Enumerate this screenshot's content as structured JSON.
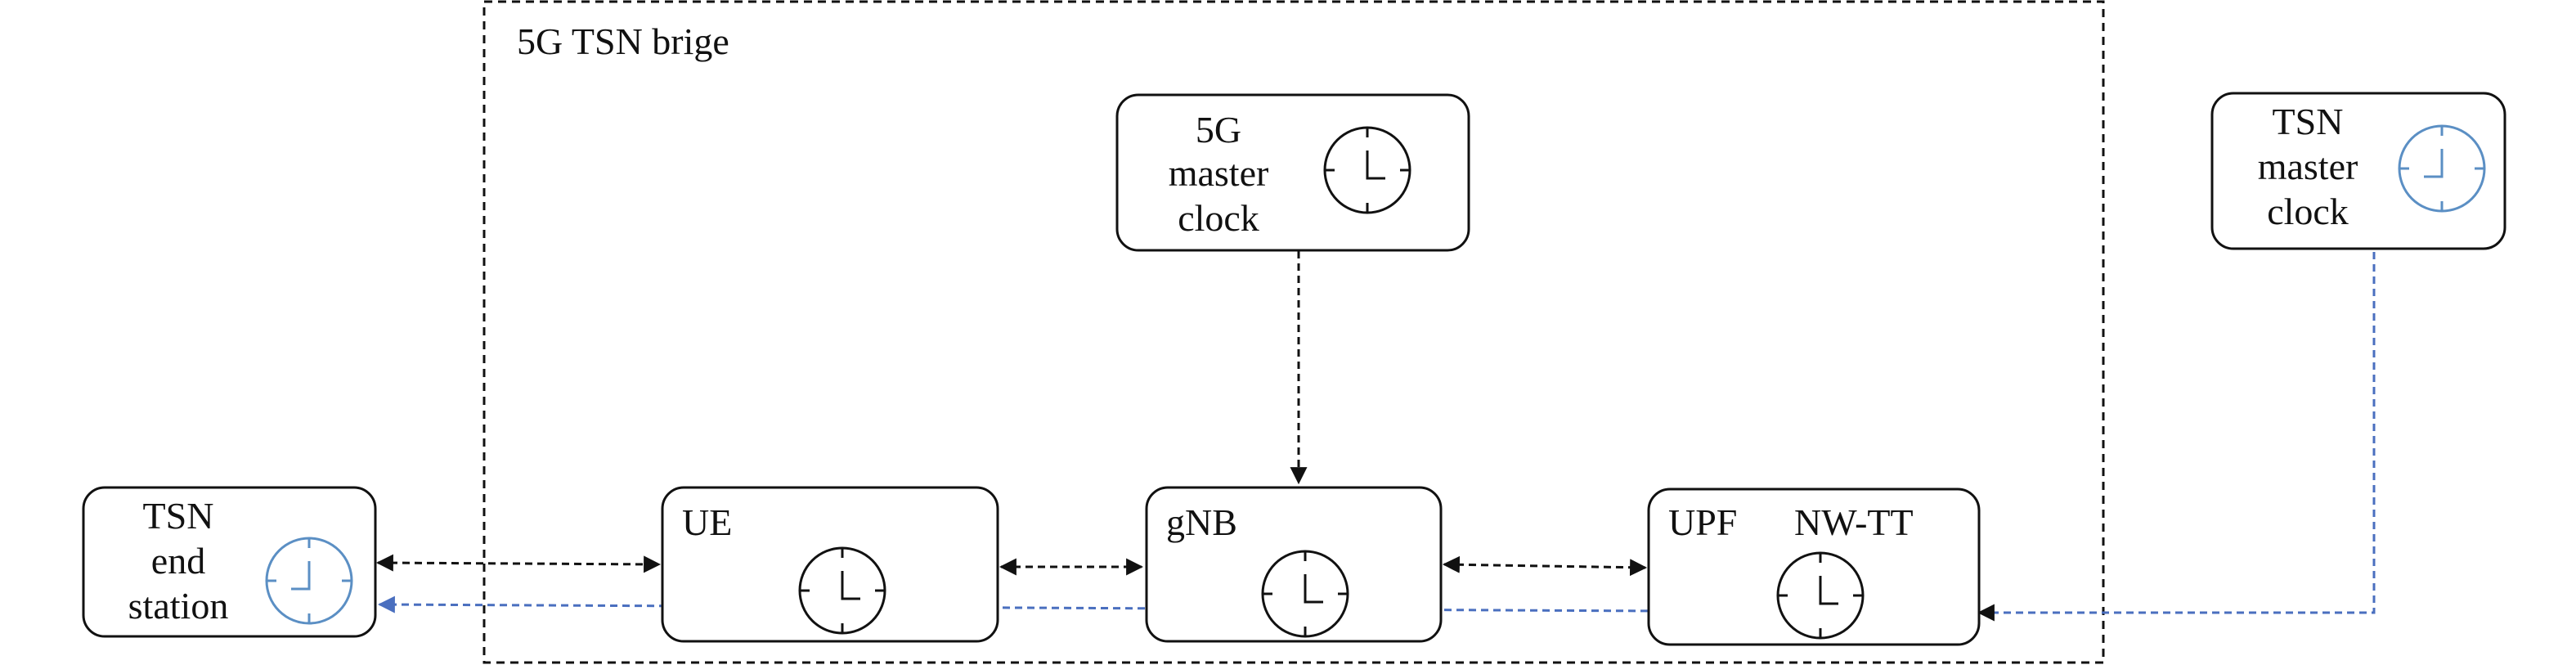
{
  "bridge": {
    "title": "5G TSN brige"
  },
  "nodes": {
    "tsn_end_station": {
      "lines": [
        "TSN",
        "end",
        "station"
      ]
    },
    "ue": {
      "label": "UE"
    },
    "gnb": {
      "label": "gNB"
    },
    "upf": {
      "label_left": "UPF",
      "label_right": "NW-TT"
    },
    "master_5g": {
      "lines": [
        "5G",
        "master",
        "clock"
      ]
    },
    "tsn_master": {
      "lines": [
        "TSN",
        "master",
        "clock"
      ]
    }
  },
  "colors": {
    "black": "#111111",
    "blue_clock": "#5b8fc4",
    "blue_line": "#4a6fbf"
  },
  "icons": {
    "clock": "clock-icon"
  }
}
